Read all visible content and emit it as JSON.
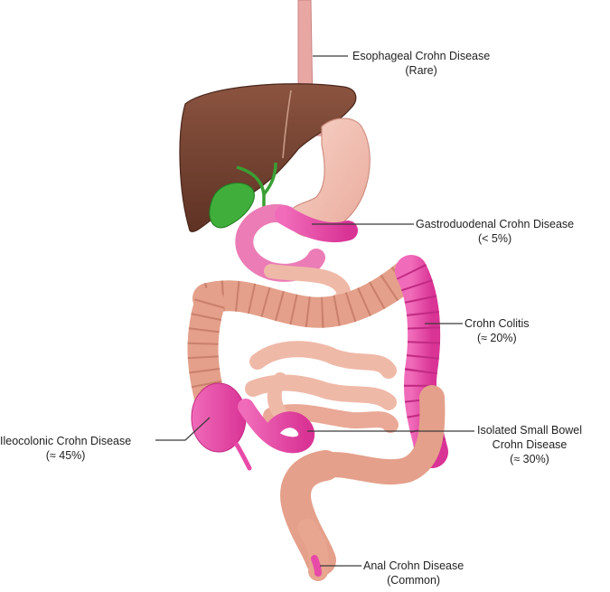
{
  "labels": {
    "esophageal": {
      "name": "Esophageal Crohn Disease",
      "note": "(Rare)"
    },
    "gastroduodenal": {
      "name": "Gastroduodenal Crohn Disease",
      "note": "(< 5%)"
    },
    "colitis": {
      "name": "Crohn Colitis",
      "note": "(≈ 20%)"
    },
    "ileocolonic": {
      "name": "Ileocolonic Crohn Disease",
      "note": "(≈ 45%)"
    },
    "small_bowel": {
      "name_line1": "Isolated Small Bowel",
      "name_line2": "Crohn Disease",
      "note": "(≈ 30%)"
    },
    "anal": {
      "name": "Anal Crohn Disease",
      "note": "(Common)"
    }
  },
  "colors": {
    "liver": "#7a4432",
    "gallbladder": "#3fae3a",
    "stomach": "#f3c4b7",
    "bowel": "#e8a58f",
    "inflamed": "#e84aa8",
    "leader": "#3a3a3a"
  }
}
